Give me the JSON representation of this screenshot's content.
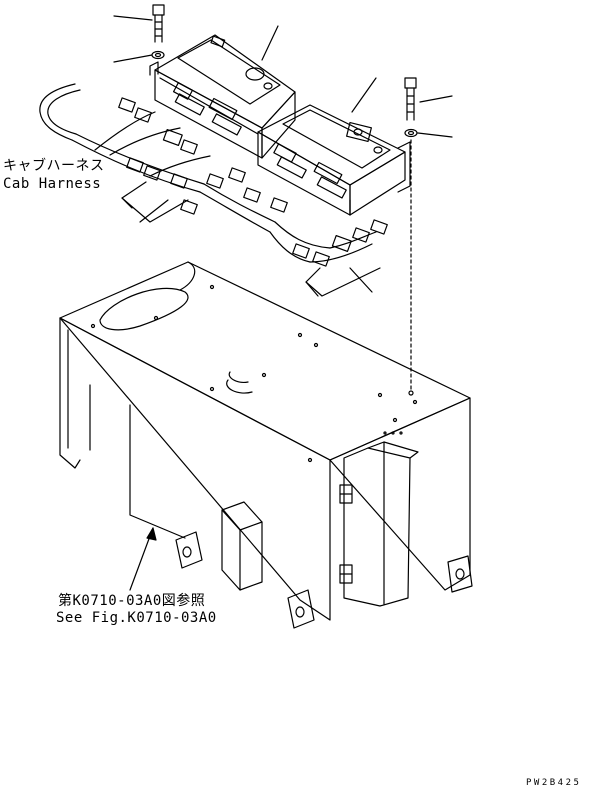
{
  "labels": {
    "cab_harness_jp": "キャブハーネス",
    "cab_harness_en": "Cab Harness",
    "see_fig_jp": "第K0710-03A0図参照",
    "see_fig_en": "See Fig.K0710-03A0",
    "drawing_code": "PW2B425"
  },
  "colors": {
    "line": "#000000",
    "background": "#ffffff"
  }
}
